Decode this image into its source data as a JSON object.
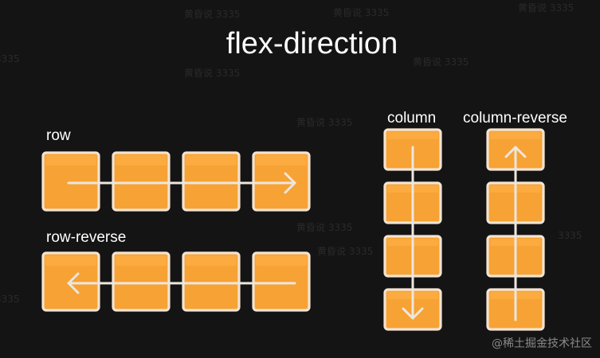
{
  "title": "flex-direction",
  "labels": {
    "row": "row",
    "row_reverse": "row-reverse",
    "column": "column",
    "column_reverse": "column-reverse"
  },
  "footer_watermark": "@稀土掘金技术社区",
  "colors": {
    "background": "#141414",
    "box_fill": "#F7A234",
    "box_border": "#F3E4D3",
    "arrow": "#ECE7E0"
  },
  "icons": {
    "row": "arrow-right-icon",
    "row_reverse": "arrow-left-icon",
    "column": "arrow-down-icon",
    "column_reverse": "arrow-up-icon"
  },
  "diagrams": {
    "row": {
      "orientation": "horizontal",
      "box_count": 4,
      "arrow_direction": "right"
    },
    "row_reverse": {
      "orientation": "horizontal",
      "box_count": 4,
      "arrow_direction": "left"
    },
    "column": {
      "orientation": "vertical",
      "box_count": 4,
      "arrow_direction": "down"
    },
    "column_reverse": {
      "orientation": "vertical",
      "box_count": 4,
      "arrow_direction": "up"
    }
  }
}
